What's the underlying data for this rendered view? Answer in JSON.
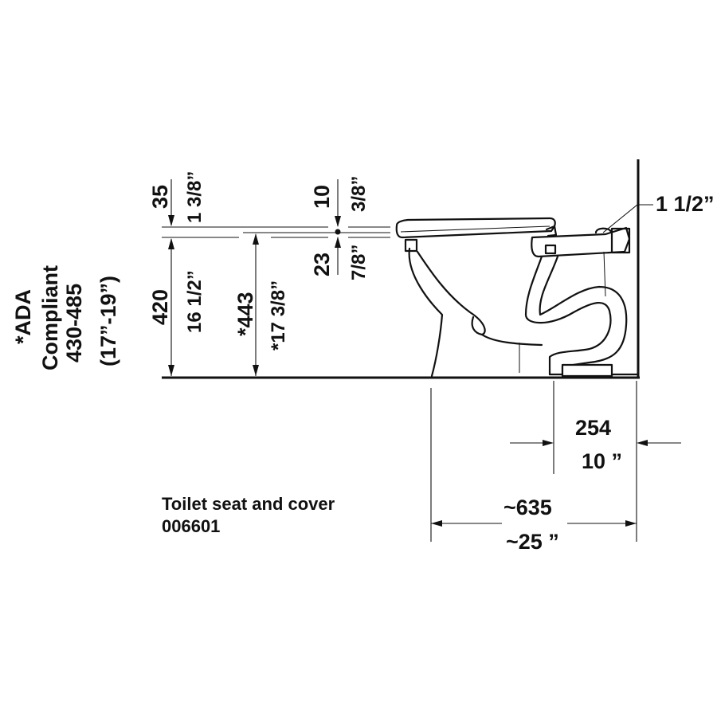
{
  "ada": {
    "line1": "*ADA",
    "line2": "Compliant",
    "line3": "430-485",
    "line4": "(17”-19”)"
  },
  "dims": {
    "rim_top_mm": "35",
    "rim_top_in": "1 3/8”",
    "seat_height_mm": "420",
    "seat_height_in": "16 1/2”",
    "ada_height_mm": "*443",
    "ada_height_in": "*17 3/8”",
    "seat_thick_mm": "10",
    "seat_thick_in": "3/8”",
    "rim_mm": "23",
    "rim_in": "7/8”",
    "supply_in": "1 1/2”",
    "roughin_mm": "254",
    "roughin_in": "10 ”",
    "depth_mm": "~635",
    "depth_in": "~25 ”"
  },
  "note": {
    "line1": "Toilet seat and cover",
    "line2": "006601"
  }
}
